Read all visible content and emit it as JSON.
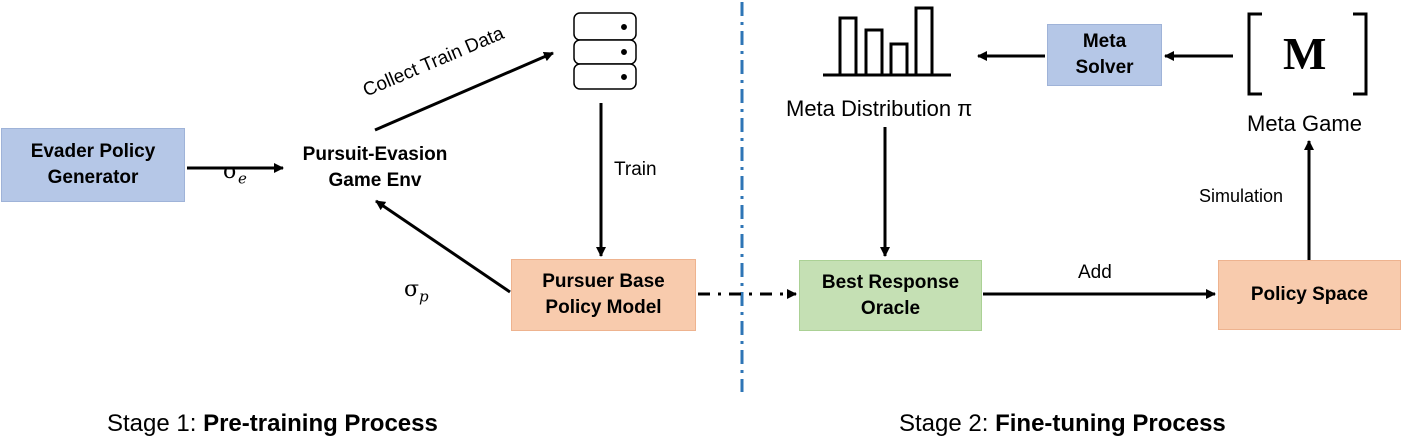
{
  "stage1": {
    "caption_prefix": "Stage 1: ",
    "caption_bold": "Pre-training Process",
    "evader_box": "Evader Policy\nGenerator",
    "env_label": "Pursuit-Evasion\nGame Env",
    "pursuer_box": "Pursuer Base\nPolicy Model",
    "collect_label": "Collect Train Data",
    "train_label": "Train",
    "sigma_e_base": "σ",
    "sigma_e_sub": "e",
    "sigma_p_base": "σ",
    "sigma_p_sub": "p"
  },
  "stage2": {
    "caption_prefix": "Stage 2: ",
    "caption_bold": "Fine-tuning Process",
    "meta_solver_box": "Meta\nSolver",
    "meta_dist_label": "Meta Distribution π",
    "matrix_letter": "M",
    "meta_game_label": "Meta Game",
    "simulation_label": "Simulation",
    "best_response_box": "Best Response\nOracle",
    "add_label": "Add",
    "policy_space_box": "Policy Space"
  },
  "colors": {
    "blue": "#b5c7e7",
    "orange": "#f8cbad",
    "green": "#c5e0b4",
    "divider": "#2e75b6"
  },
  "icons": [
    "database-icon",
    "bar-chart-icon",
    "matrix-bracket-icon"
  ]
}
